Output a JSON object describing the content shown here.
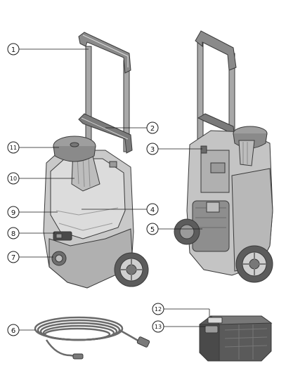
{
  "callouts": {
    "c1": "1",
    "c2": "2",
    "c3": "3",
    "c4": "4",
    "c5": "5",
    "c6": "6",
    "c7": "7",
    "c8": "8",
    "c9": "9",
    "c10": "10",
    "c11": "11",
    "c12": "12",
    "c13": "13"
  },
  "colors": {
    "outline": "#3a3a3a",
    "body_light": "#cfcfcf",
    "body_mid": "#b5b5b5",
    "body_dark": "#8c8c8c",
    "handle": "#9a9a9a",
    "grip": "#6e6e6e",
    "wheel": "#555555",
    "battery": "#5a5a5a"
  }
}
